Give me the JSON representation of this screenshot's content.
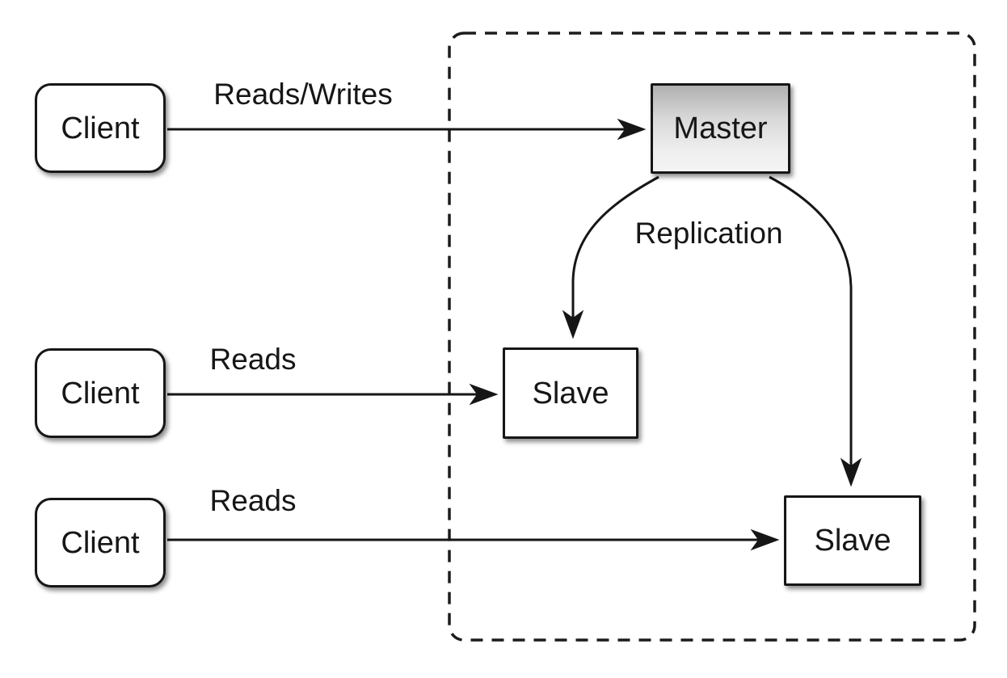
{
  "diagram": {
    "type": "master-slave-replication",
    "nodes": {
      "client_top": {
        "label": "Client"
      },
      "client_middle": {
        "label": "Client"
      },
      "client_bottom": {
        "label": "Client"
      },
      "master": {
        "label": "Master"
      },
      "slave_left": {
        "label": "Slave"
      },
      "slave_right": {
        "label": "Slave"
      }
    },
    "edge_labels": {
      "reads_writes": "Reads/Writes",
      "reads_middle": "Reads",
      "reads_bottom": "Reads",
      "replication": "Replication"
    },
    "colors": {
      "stroke": "#161616",
      "node_fill": "#ffffff",
      "master_gradient_top": "#b0b0b0",
      "master_gradient_bottom": "#f4f4f4",
      "background": "#ffffff"
    }
  }
}
